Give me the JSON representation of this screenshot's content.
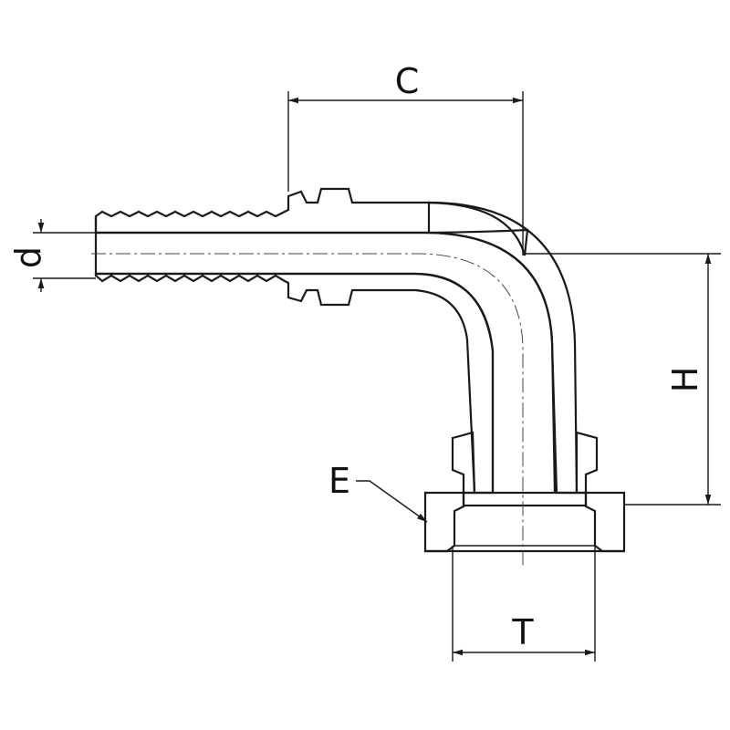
{
  "labels": {
    "c": "C",
    "d": "d",
    "h": "H",
    "e": "E",
    "t": "T"
  },
  "colors": {
    "line": "#1a1a1a",
    "hatch": "#555555",
    "background": "#ffffff"
  }
}
